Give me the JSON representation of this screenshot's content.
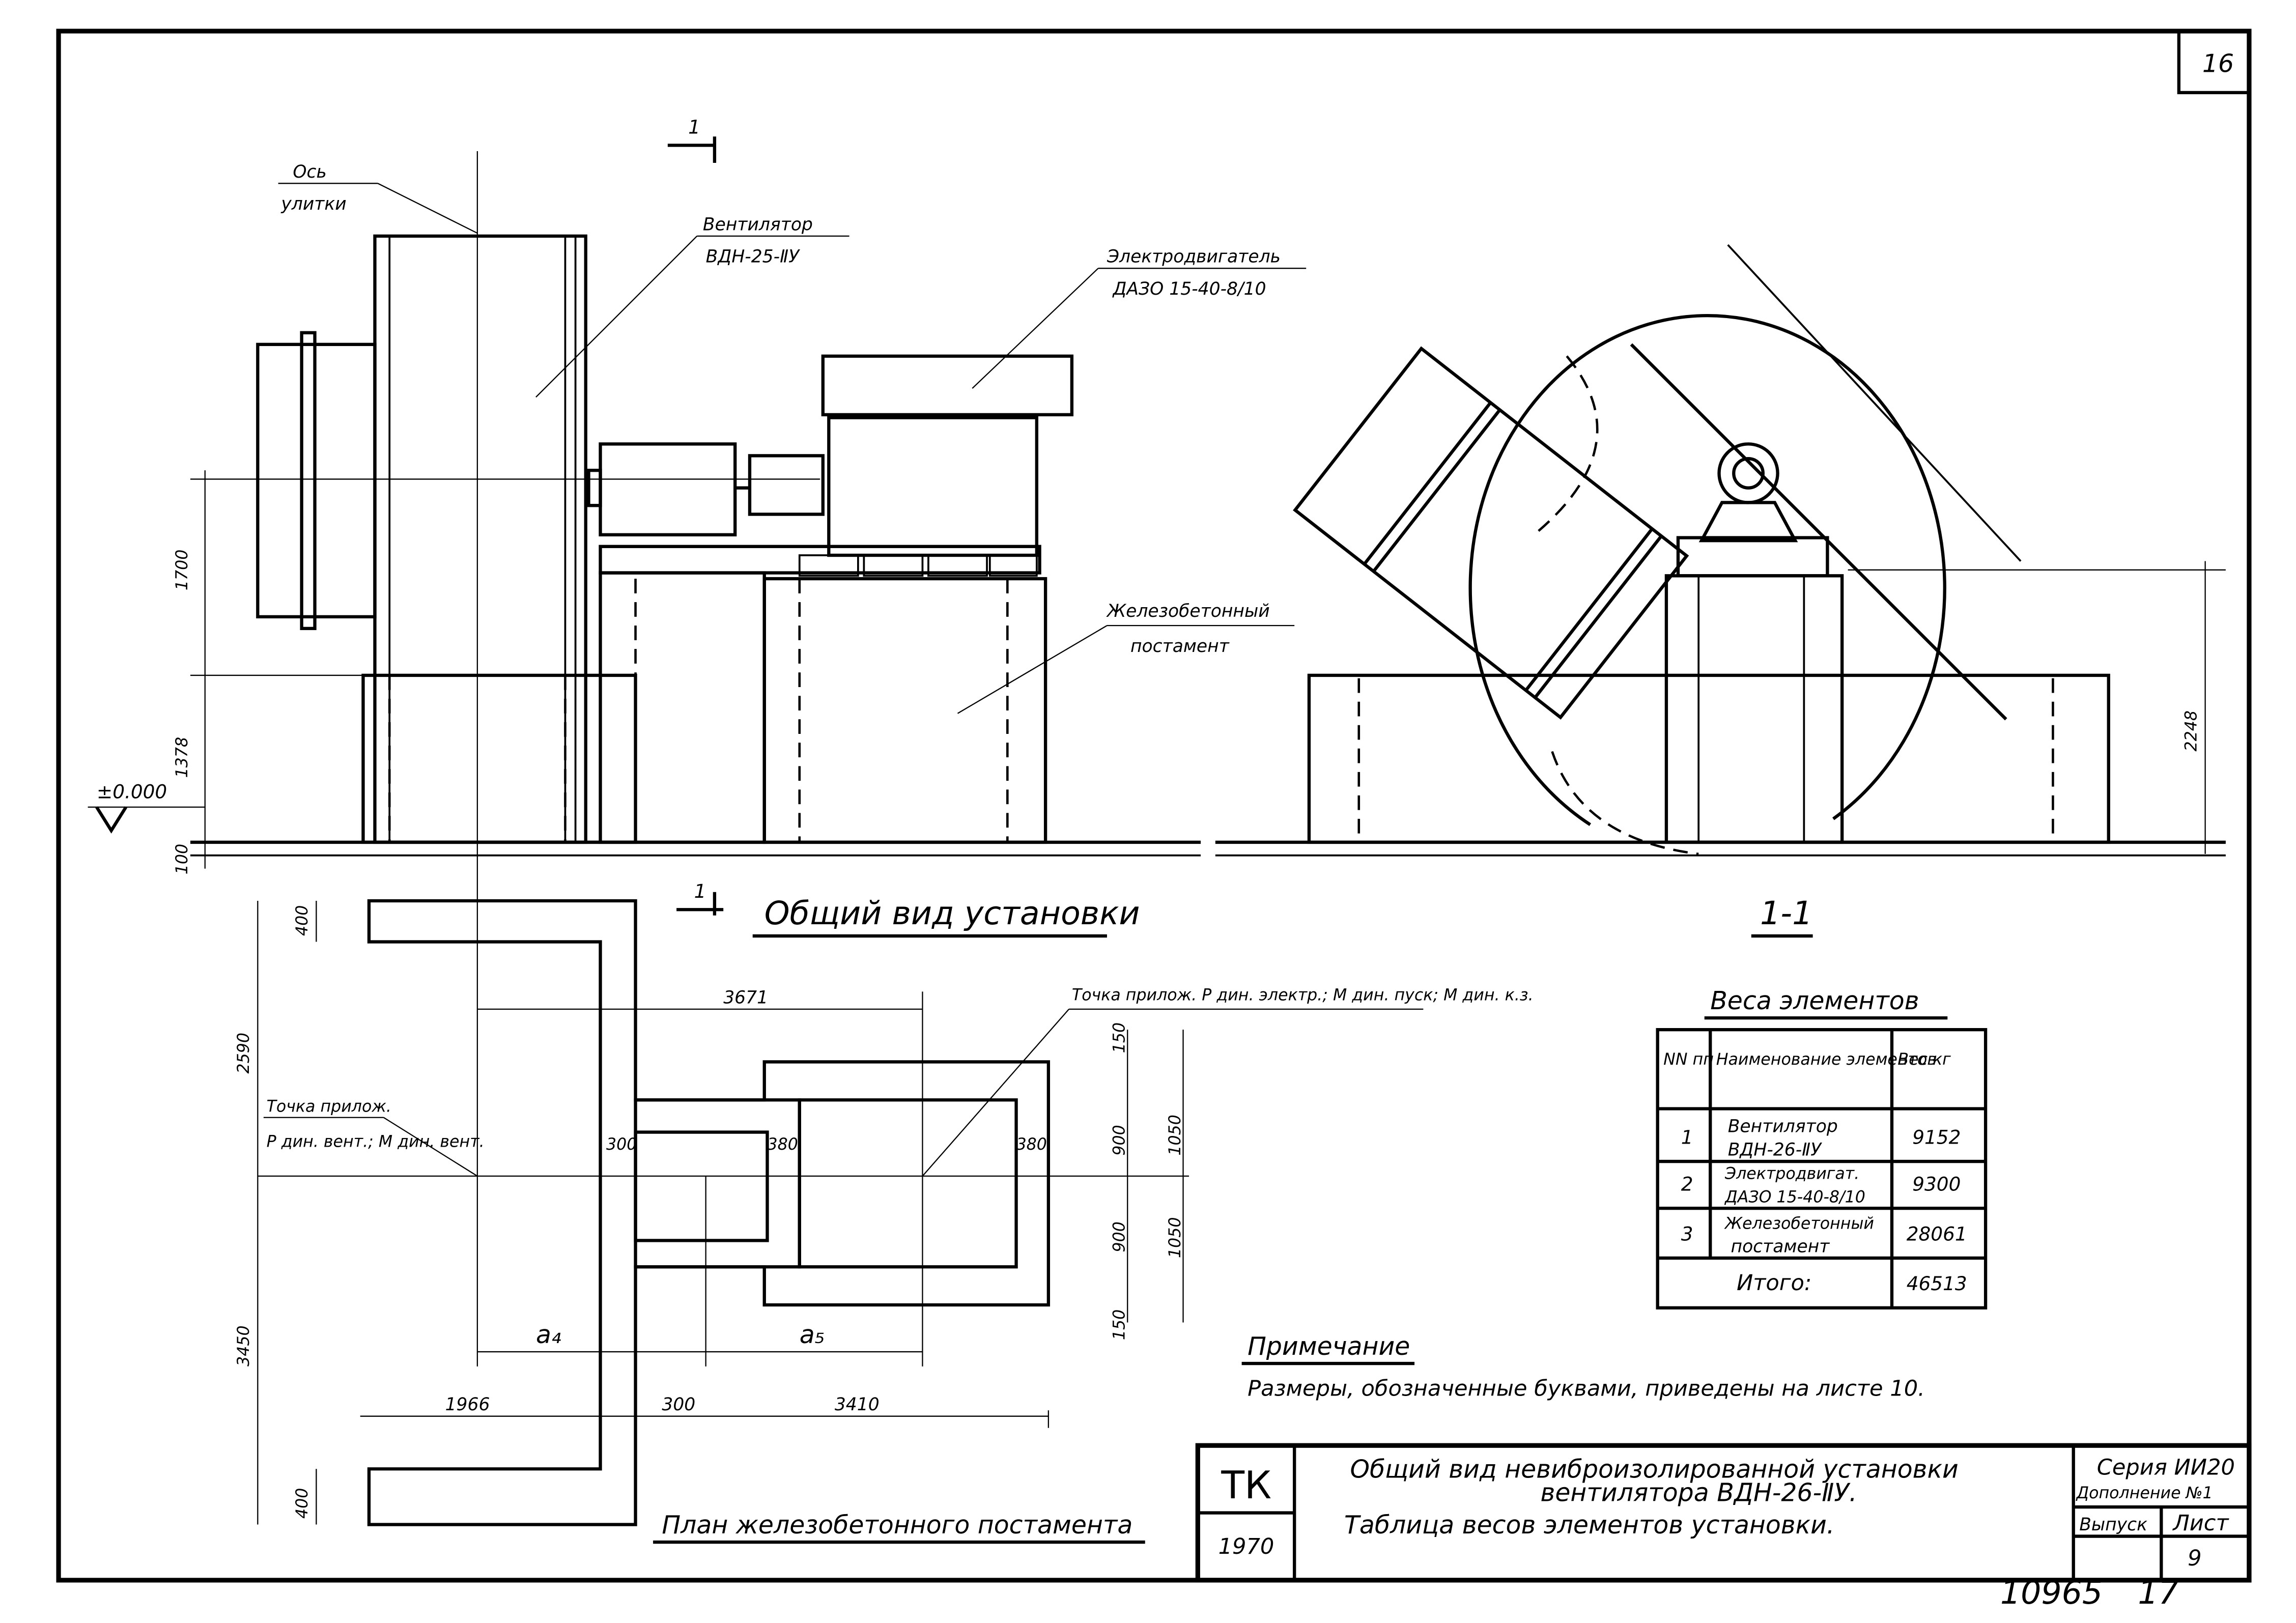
{
  "sheet": {
    "page_number": "16",
    "archive_number": "10965",
    "sheet_total": "17"
  },
  "elevation": {
    "title": "Общий вид установки",
    "axis_label_1": "Ось",
    "axis_label_2": "улитки",
    "fan_label_1": "Вентилятор",
    "fan_label_2": "ВДН-25-ⅡУ",
    "motor_label_1": "Электродвигатель",
    "motor_label_2": "ДАЗО 15-40-8/10",
    "pedestal_label_1": "Железобетонный",
    "pedestal_label_2": "постамент",
    "section_mark": "1",
    "level": "±0.000",
    "dim_1700": "1700",
    "dim_1378": "1378",
    "dim_100": "100"
  },
  "section": {
    "title": "1-1",
    "dim_2248": "2248"
  },
  "plan": {
    "title": "План железобетонного постамента",
    "load_point_motor": "Точка прилож. Р дин. электр.; М дин. пуск; М дин. к.з.",
    "load_point_fan_1": "Точка прилож.",
    "load_point_fan_2": "Р дин. вент.; М дин. вент.",
    "dims": {
      "d400_top": "400",
      "d2590": "2590",
      "d3450": "3450",
      "d400_bottom": "400",
      "d3671": "3671",
      "d1966": "1966",
      "d300_bottom": "300",
      "d3410": "3410",
      "d300_left": "300",
      "d380_a": "380",
      "d380_b": "380",
      "d150_top": "150",
      "d900_top": "900",
      "d1050_top": "1050",
      "d900_bottom": "900",
      "d1050_bottom": "1050",
      "d150_bottom": "150",
      "a4": "a₄",
      "a5": "a₅"
    }
  },
  "weights_table": {
    "title": "Веса элементов",
    "headers": [
      "NN пп",
      "Наименование элементов",
      "Вес кг"
    ],
    "rows": [
      {
        "nn": "1",
        "name_1": "Вентилятор",
        "name_2": "ВДН-26-ⅡУ",
        "weight": "9152"
      },
      {
        "nn": "2",
        "name_1": "Электродвигат.",
        "name_2": "ДАЗО 15-40-8/10",
        "weight": "9300"
      },
      {
        "nn": "3",
        "name_1": "Железобетонный",
        "name_2": "постамент",
        "weight": "28061"
      }
    ],
    "total_label": "Итого:",
    "total_value": "46513"
  },
  "note": {
    "title": "Примечание",
    "text": "Размеры, обозначенные буквами, приведены на листе 10."
  },
  "title_block": {
    "org": "ТК",
    "year": "1970",
    "title_line_1": "Общий вид невиброизолированной установки",
    "title_line_2": "вентилятора ВДН-26-ⅡУ.",
    "title_line_3": "Таблица весов элементов установки.",
    "series_label": "Серия ИИ20",
    "supplement": "Дополнение №1",
    "issue_label": "Выпуск",
    "sheet_label": "Лист",
    "sheet_number": "9"
  }
}
